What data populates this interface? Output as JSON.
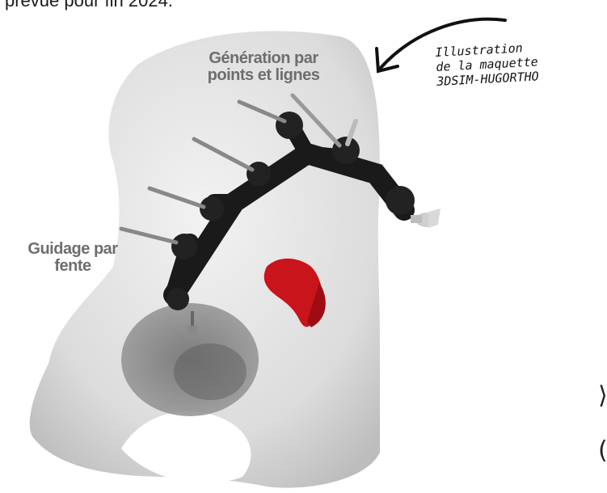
{
  "page": {
    "top_text": "prévue pour fin 2024."
  },
  "figure": {
    "label_generation_line1": "Génération par",
    "label_generation_line2": "points et lignes",
    "label_guidage_line1": "Guidage par",
    "label_guidage_line2": "fente",
    "caption_line1": "Illustration",
    "caption_line2": "de la maquette",
    "caption_line3": "3DSIM-HUGORTHO",
    "arrow_icon": "curved-arrow-icon",
    "colors": {
      "bone": "#e9e9e9",
      "guide": "#1a1a1a",
      "red_zone": "#c8141a",
      "label": "#6e6e6e"
    }
  },
  "side": {
    "glyph1": "⟩",
    "glyph2": "("
  }
}
